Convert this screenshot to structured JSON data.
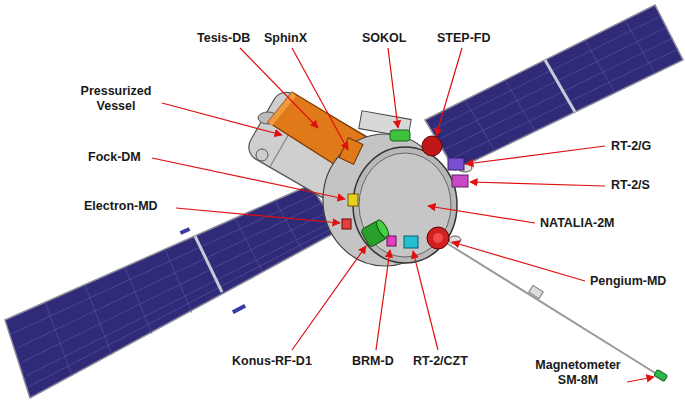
{
  "diagram": {
    "labels": [
      "Tesis-DB",
      "SphinX",
      "SOKOL",
      "STEP-FD",
      "Pressurized Vessel",
      "Fock-DM",
      "RT-2/G",
      "RT-2/S",
      "Electron-MD",
      "NATALIA-2M",
      "Pengium-MD",
      "Konus-RF-D1",
      "BRM-D",
      "RT-2/CZT",
      "Magnetometer SM-8M"
    ]
  }
}
